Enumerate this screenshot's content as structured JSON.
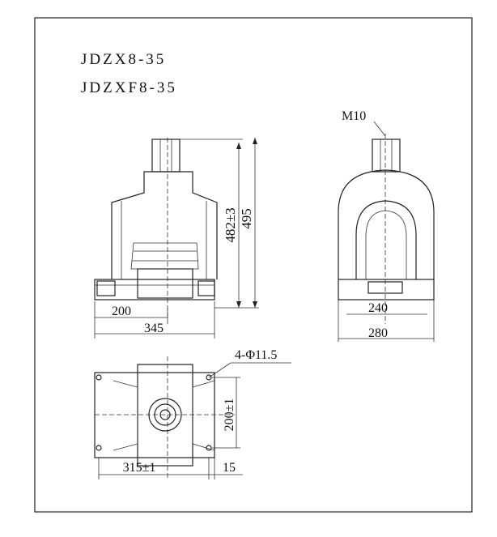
{
  "models": [
    "JDZX8-35",
    "JDZXF8-35"
  ],
  "front_view": {
    "dim_height_inner": "482±3",
    "dim_height_outer": "495",
    "dim_half_width": "200",
    "dim_base_width": "345"
  },
  "side_view": {
    "thread_label": "M10",
    "dim_inner_width": "240",
    "dim_outer_width": "280"
  },
  "top_view": {
    "hole_label": "4-Φ11.5",
    "dim_hole_spacing_v": "200±1",
    "dim_hole_spacing_h": "315±1",
    "dim_edge": "15"
  },
  "colors": {
    "line": "#222222",
    "background": "#ffffff"
  }
}
